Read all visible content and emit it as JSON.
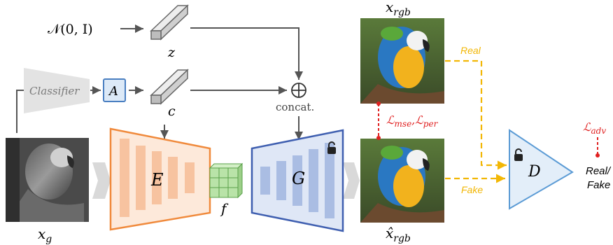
{
  "labels": {
    "noise": "𝒩(0, I)",
    "z": "z",
    "c": "c",
    "classifier": "Classifier",
    "a": "A",
    "concat": "concat.",
    "e": "E",
    "f": "f",
    "g": "G",
    "d": "D",
    "x_rgb": "x",
    "x_rgb_sub": "rgb",
    "x_hat_rgb": "x̂",
    "x_hat_rgb_sub": "rgb",
    "x_g": "x",
    "x_g_sub": "g",
    "loss_mse_per": "ℒ",
    "loss_mse_sub": "mse",
    "loss_sep": ",ℒ",
    "loss_per_sub": "per",
    "loss_adv": "ℒ",
    "loss_adv_sub": "adv",
    "real": "Real",
    "fake": "Fake",
    "real_fake_1": "Real/",
    "real_fake_2": "Fake"
  },
  "colors": {
    "encoder_stroke": "#f08a3c",
    "encoder_fill": "#fde9da",
    "encoder_bars": "#f7c3a0",
    "generator_stroke": "#3f5fb0",
    "generator_fill": "#dfe7f6",
    "generator_bars": "#aabde3",
    "disc_stroke": "#5b9bd5",
    "disc_fill": "#e3eef9",
    "a_stroke": "#4a7fc1",
    "a_fill": "#dce9f7",
    "classifier_fill": "#e3e3e3",
    "feature_fill": "#b9e3a8",
    "feature_stroke": "#5aa04a",
    "arrow": "#555555",
    "dashed_gold": "#f2b705",
    "loss_red": "#e02020"
  },
  "icons": [
    "unlock-icon",
    "circled-plus-icon"
  ]
}
